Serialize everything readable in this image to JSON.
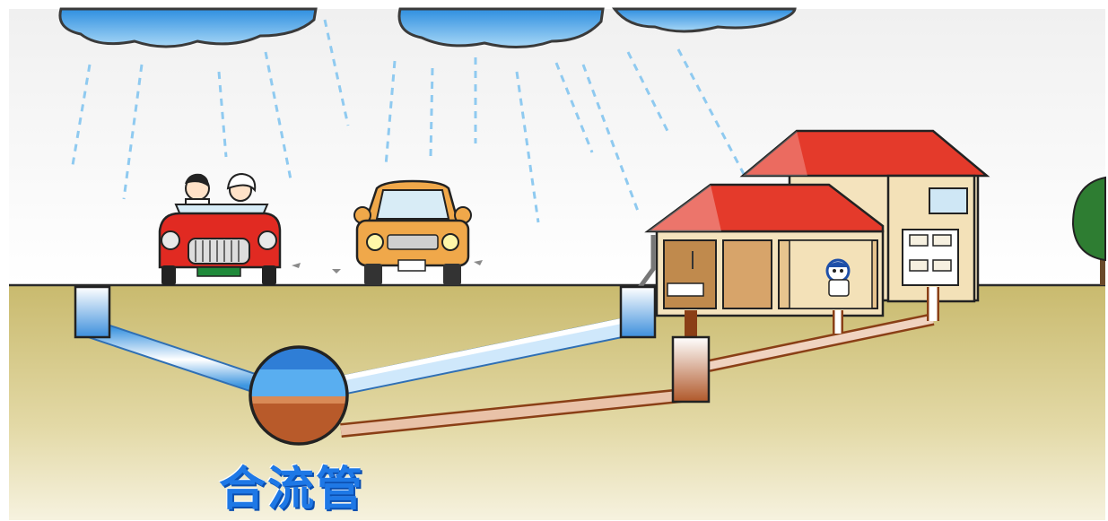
{
  "diagram": {
    "caption": "合流管",
    "colors": {
      "sky_top": "#ffffff",
      "sky_bottom": "#f2f2f2",
      "ground_top": "#c9ba6e",
      "ground_bottom": "#f3efd6",
      "cloud": "#5fb4ec",
      "rain": "#7fc6ee",
      "pipe_rain": "#bfe2fa",
      "pipe_sewage": "#b5602e",
      "roof": "#e43a2b",
      "wall": "#f4e3bd",
      "caption": "#1e78e6"
    },
    "elements": [
      "cloud",
      "rain",
      "red-convertible-car",
      "orange-car",
      "house",
      "tree",
      "stormwater-inlet",
      "combined-sewer-pipe",
      "sewage-pipe",
      "inspection-chamber"
    ]
  }
}
